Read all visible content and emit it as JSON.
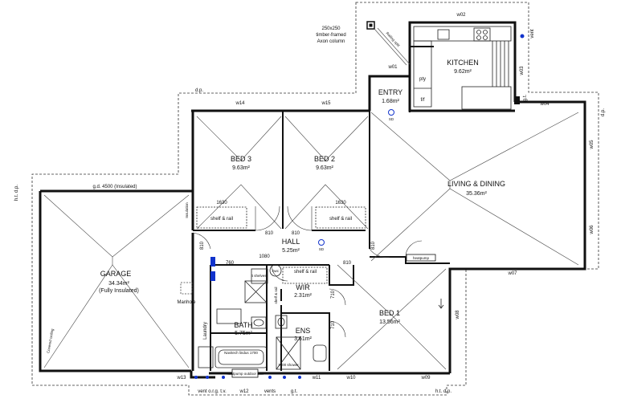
{
  "rooms": {
    "bed3": {
      "name": "BED 3",
      "area": "9.63m²"
    },
    "bed2": {
      "name": "BED 2",
      "area": "9.63m²"
    },
    "bed1": {
      "name": "BED 1",
      "area": "13.56m²"
    },
    "entry": {
      "name": "ENTRY",
      "area": "1.68m²"
    },
    "kitchen": {
      "name": "KITCHEN",
      "area": "9.62m²"
    },
    "living": {
      "name": "LIVING & DINING",
      "area": "35.36m²"
    },
    "garage": {
      "name": "GARAGE",
      "area": "34.34m²",
      "note": "(Fully Insulated)"
    },
    "hall": {
      "name": "HALL",
      "area": "5.25m²"
    },
    "wir": {
      "name": "WIR",
      "area": "2.31m²"
    },
    "bath": {
      "name": "BATH",
      "area": "5.75m²"
    },
    "ens": {
      "name": "ENS",
      "area": "3.61m²"
    }
  },
  "windows": {
    "w01": "w01",
    "w02": "w02",
    "w03": "w03",
    "w04": "w04",
    "w05": "w05",
    "w06": "w06",
    "w07": "w07",
    "w08": "w08",
    "w09": "w09",
    "w10": "w10",
    "w11": "w11",
    "w12": "w12",
    "w13": "w13",
    "w14": "w14",
    "w15": "w15"
  },
  "dims": {
    "bed3_shelf_len": "1630",
    "bed2_shelf_len": "1630",
    "d810_a": "810",
    "d810_b": "810",
    "d810_c": "810",
    "d810_d": "810",
    "d810_e": "810",
    "d760": "760",
    "d1080": "1080",
    "d710_a": "710",
    "d710_b": "710"
  },
  "labels": {
    "shelf_rail_bed3": "shelf & rail",
    "shelf_rail_bed2": "shelf & rail",
    "shelf_rail_wir": "shelf & rail",
    "garage_door": "g.d. 4500 (Insulated)",
    "insulation": "Insulation",
    "column_line1": "250x250",
    "column_line2": "timber-framed",
    "column_line3": "Axon column",
    "railing": "Railing split",
    "pty": "pty",
    "ff": "f/f",
    "heatpump": "heatpump",
    "heatpump_outdoor": "heatpump outdoor unit",
    "manhole": "Manhole",
    "laundry": "Laundry",
    "shelves": "4 shelves",
    "hwc": "hwc",
    "shelf_rail_small": "shelf & rail",
    "covered_ceiling": "Covered ceiling",
    "bath_model": "Navitech lindus 1700",
    "shower": "1000 shower",
    "vent_top": "vent",
    "gt_top": "g.t.",
    "sd1": "SD",
    "sd2": "SD",
    "dp_top": "d.p.",
    "dp_right": "d.p.",
    "ht_dp_left": "h.t. d.p.",
    "ht_dp_bottom": "h.t. d.p.",
    "bottom_vents": "vent o.r.g. t.v.",
    "vents": "vents",
    "gt_bottom": "g.t."
  }
}
